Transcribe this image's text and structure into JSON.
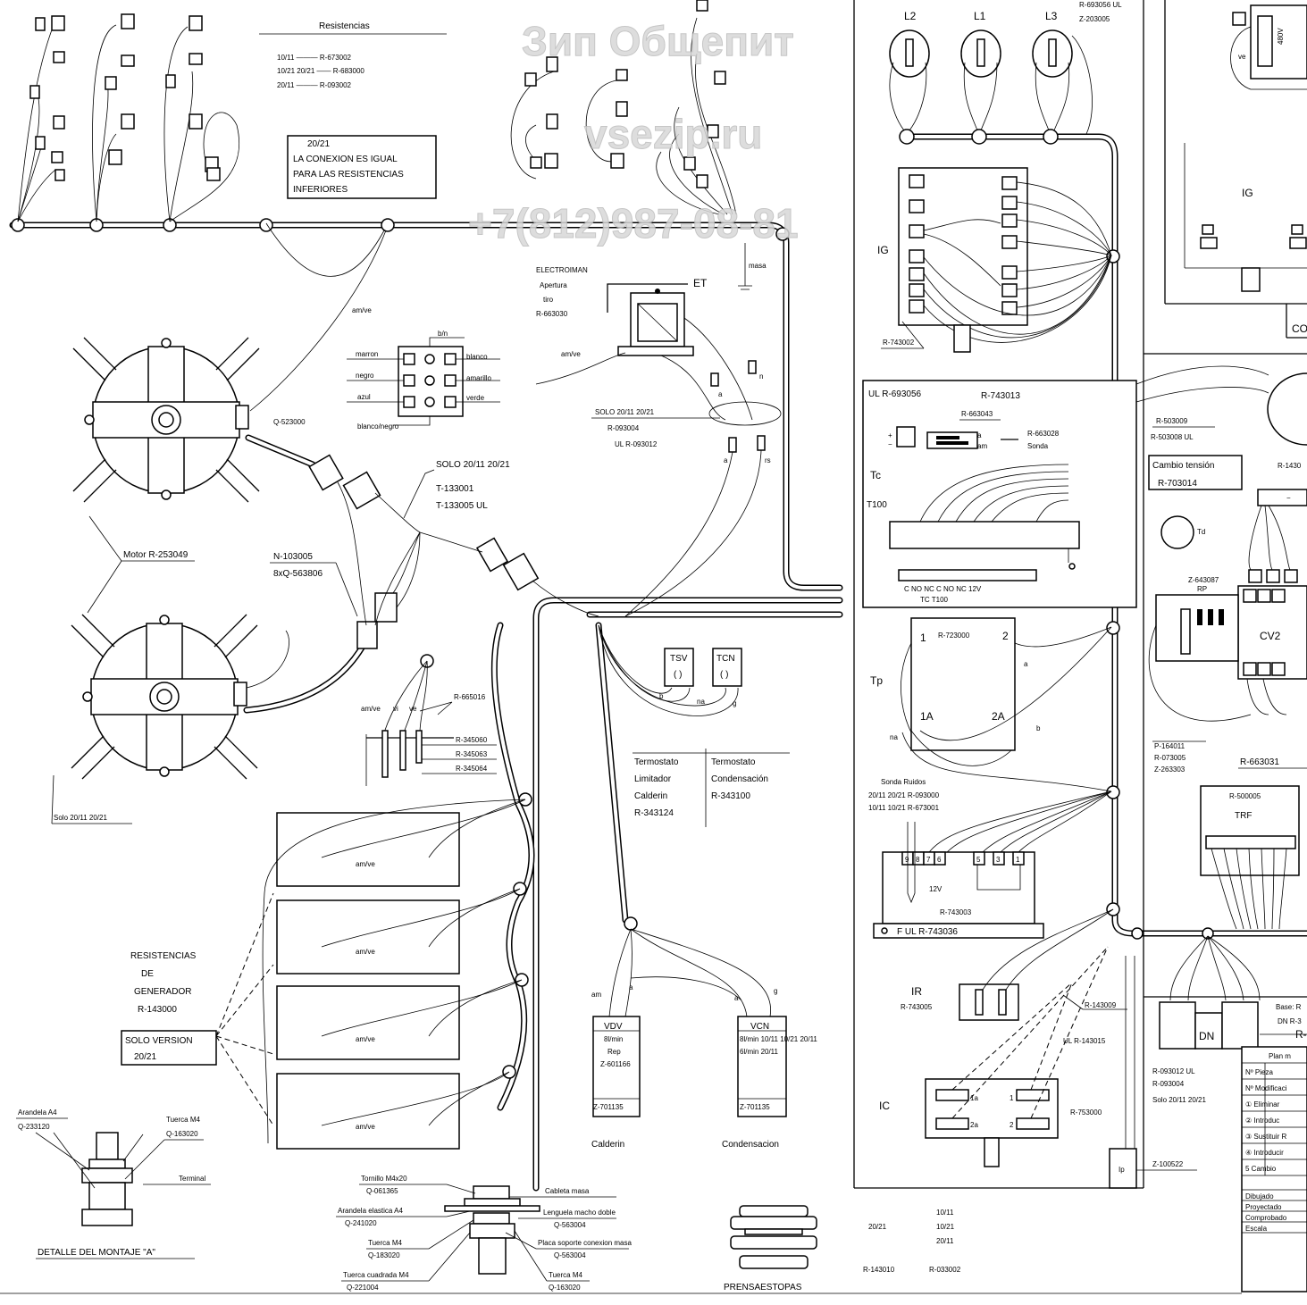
{
  "watermark": {
    "line1": "Зип Общепит",
    "line2": "vsezip.ru",
    "line3": "+7(812)987-08-81"
  },
  "resistances_legend": {
    "title": "Resistencias",
    "rows": [
      "10/11 ——— R-673002",
      "10/21 20/21 —— R-683000",
      "20/11 ——— R-093002"
    ]
  },
  "note_box": {
    "lines": [
      "20/21",
      "LA CONEXION ES IGUAL",
      "PARA LAS RESISTENCIAS",
      "INFERIORES"
    ]
  },
  "electroiman": {
    "lines": [
      "ELECTROIMAN",
      "Apertura",
      "tiro",
      "R-663030"
    ],
    "tag": "ET",
    "masa": "masa"
  },
  "connector": {
    "labels_left": [
      "marron",
      "negro",
      "azul"
    ],
    "labels_right": [
      "blanco",
      "amarillo",
      "verde"
    ],
    "label_top": "b/n",
    "label_bottom": "blanco/negro"
  },
  "motor": {
    "ref": "Q-523000",
    "label": "Motor R-253049",
    "solo": "Solo 20/11 20/21"
  },
  "cable_group": {
    "solo": "SOLO 20/11 20/21",
    "refs": [
      "T-133001",
      "T-133005  UL"
    ],
    "n_ref": "N-103005",
    "q_ref": "8xQ-563806"
  },
  "solo_box": {
    "lines": [
      "SOLO 20/11 20/21",
      "R-093004",
      "UL R-093012"
    ]
  },
  "wire_colors": {
    "amve": "am/ve",
    "am": "am",
    "ve": "ve",
    "vi": "vi",
    "a": "a",
    "rs": "rs",
    "b": "b",
    "n": "n",
    "na": "na",
    "g": "g"
  },
  "sensor_block": {
    "ref": "R-665016",
    "rows": [
      "R-345060",
      "R-345063",
      "R-345064"
    ]
  },
  "thermostats": {
    "tsv": "TSV",
    "tcn": "TCN",
    "col1": [
      "Termostato",
      "Limitador",
      "Calderin",
      "R-343124"
    ],
    "col2": [
      "Termostato",
      "Condensación",
      "R-343100"
    ]
  },
  "generator": {
    "lines": [
      "RESISTENCIAS",
      "DE",
      "GENERADOR",
      "R-143000"
    ],
    "solo_lines": [
      "SOLO VERSION",
      "20/21"
    ]
  },
  "valves": {
    "vdv": "VDV",
    "vdv_lines": [
      "8l/min",
      "Rep",
      "Z-601166"
    ],
    "vdv_ref": "Z-701135",
    "vcn": "VCN",
    "vcn_lines": [
      "8l/min 10/11 10/21 20/11",
      "6l/min 20/11"
    ],
    "vcn_ref": "Z-701135",
    "label_left": "Calderin",
    "label_right": "Condensacion"
  },
  "mount_detail": {
    "title": "DETALLE DEL MONTAJE  \"A\"",
    "arandela": [
      "Arandela A4",
      "Q-233120"
    ],
    "tuerca": [
      "Tuerca M4",
      "Q-163020"
    ],
    "terminal": "Terminal"
  },
  "ground_detail": {
    "left": [
      "Tornillo M4x20",
      "Q-061365",
      "Arandela elastica A4",
      "Q-241020",
      "Tuerca M4",
      "Q-183020",
      "Tuerca cuadrada M4",
      "Q-221004"
    ],
    "right": [
      "Cableta masa",
      "Lenguela macho doble",
      "Q-563004",
      "Placa soporte conexion masa",
      "Q-563004",
      "Tuerca M4",
      "Q-163020"
    ]
  },
  "prensaestopas": "PRENSAESTOPAS",
  "right_panel": {
    "l_labels": [
      "L2",
      "L1",
      "L3"
    ],
    "top_refs": [
      "R-693056 UL",
      "Z-203005"
    ],
    "ig": "IG",
    "ig_ref": "R-743002",
    "ul_block": "UL R-693056",
    "r743013": "R-743013",
    "r663043": "R-663043",
    "r663028": "R-663028",
    "sonda": "Sonda",
    "tc": "Tc",
    "t100": "T100",
    "tc_terms": "C  NO NC  C  NO NC        12V",
    "tc_sub": "TC                T100",
    "tp": "Tp",
    "tp_ref": "R-723000",
    "tp_1a": "1A",
    "tp_2a": "2A",
    "tp_1": "1",
    "tp_2": "2",
    "sonda_ruido": [
      "Sonda Ruidos",
      "20/11 20/21 R-093000",
      "10/11 10/21 R-673001"
    ],
    "f_block": "F UL R-743036",
    "r743003": "R-743003",
    "term_nums": [
      "9",
      "8",
      "7",
      "6",
      "5",
      "3",
      "1"
    ],
    "v12": "12V",
    "ir": "IR",
    "ir_ref": "R-743005",
    "ic": "IC",
    "r143009": "R-143009",
    "ul_r143015": "UL R-143015",
    "r753000": "R-753000",
    "ip": "Ip",
    "z100522": "Z-100522",
    "solo_refs": [
      "R-093012 UL",
      "R-093004",
      "Solo 20/11 20/21"
    ],
    "bottom_left": [
      "20/21",
      "R-143010"
    ],
    "bottom_mid": [
      "10/11",
      "10/21",
      "20/11",
      "R-033002"
    ]
  },
  "far_right": {
    "ig": "IG",
    "r503009": "R-503009",
    "r503008": "R-503008 UL",
    "cambio": [
      "Cambio tensión",
      "R-703014"
    ],
    "r1430": "R-1430",
    "cv2": "CV2",
    "rp": "RP",
    "z643087": "Z-643087",
    "p_refs": [
      "P-164011",
      "R-073005",
      "Z-263303"
    ],
    "r663031": "R-663031",
    "r500005": "R-500005",
    "trf": "TRF",
    "dn": "DN",
    "base": [
      "Base: R",
      "DN R-3"
    ],
    "plan_title": "Plan m",
    "table_rows": [
      "Nº  Pieza",
      "Nº  Modificaci",
      "① Eliminar",
      "② Introduc",
      "③ Sustituir R",
      "④ Introducir",
      "5  Cambio"
    ],
    "sign_rows": [
      "Dibujado",
      "Proyectado",
      "Comprobado",
      "Escala"
    ],
    "co": "CO",
    "td": "Td",
    "v480": "480V"
  }
}
